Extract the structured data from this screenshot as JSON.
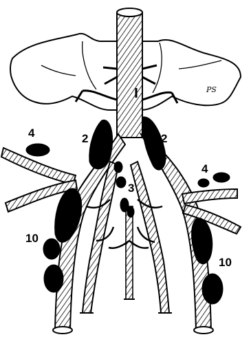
{
  "diagram": {
    "labels": {
      "left_upper_4": "4",
      "left_2": "2",
      "right_2": "2",
      "right_upper_4": "4",
      "center_3": "3",
      "left_10": "10",
      "right_10": "10"
    },
    "signature": "PS"
  }
}
